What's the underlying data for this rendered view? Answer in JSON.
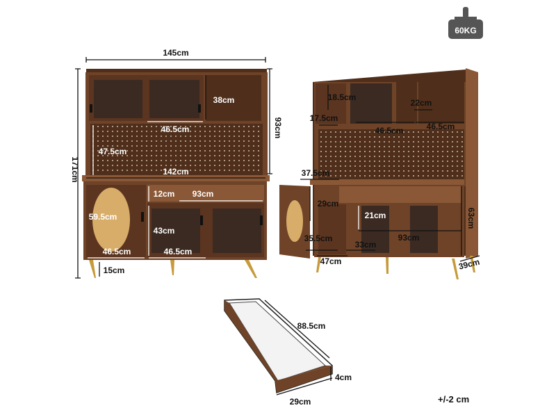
{
  "weight_badge": {
    "text": "60KG",
    "icon": "weight-icon"
  },
  "tolerance": "+/-2 cm",
  "front_view": {
    "overall_width": "145cm",
    "overall_height": "171cm",
    "hutch_height": "93cm",
    "upper_cabinet_height": "38cm",
    "upper_shelf_width": "46.5cm",
    "pegboard_height": "47.5cm",
    "counter_width": "142cm",
    "drawer_height": "12cm",
    "drawer_width": "93cm",
    "side_door_height": "59.5cm",
    "lower_door_height": "43cm",
    "side_cabinet_width": "46.5cm",
    "lower_door_width": "46.5cm",
    "leg_height": "15cm"
  },
  "side_view": {
    "top_shelf_height": "18.5cm",
    "top_depth": "17.5cm",
    "open_shelf_gap": "22cm",
    "shelf_width_a": "46.5cm",
    "shelf_width_b": "46.5cm",
    "counter_depth": "37.5cm",
    "drawer_height": "29cm",
    "lower_shelf_height": "21cm",
    "lower_width": "93cm",
    "lower_height": "63cm",
    "door_shelf_depth": "35.5cm",
    "inner_depth": "33cm",
    "side_width": "47cm",
    "total_depth": "39cm"
  },
  "drawer_view": {
    "length": "88.5cm",
    "width": "29cm",
    "height": "4cm"
  }
}
